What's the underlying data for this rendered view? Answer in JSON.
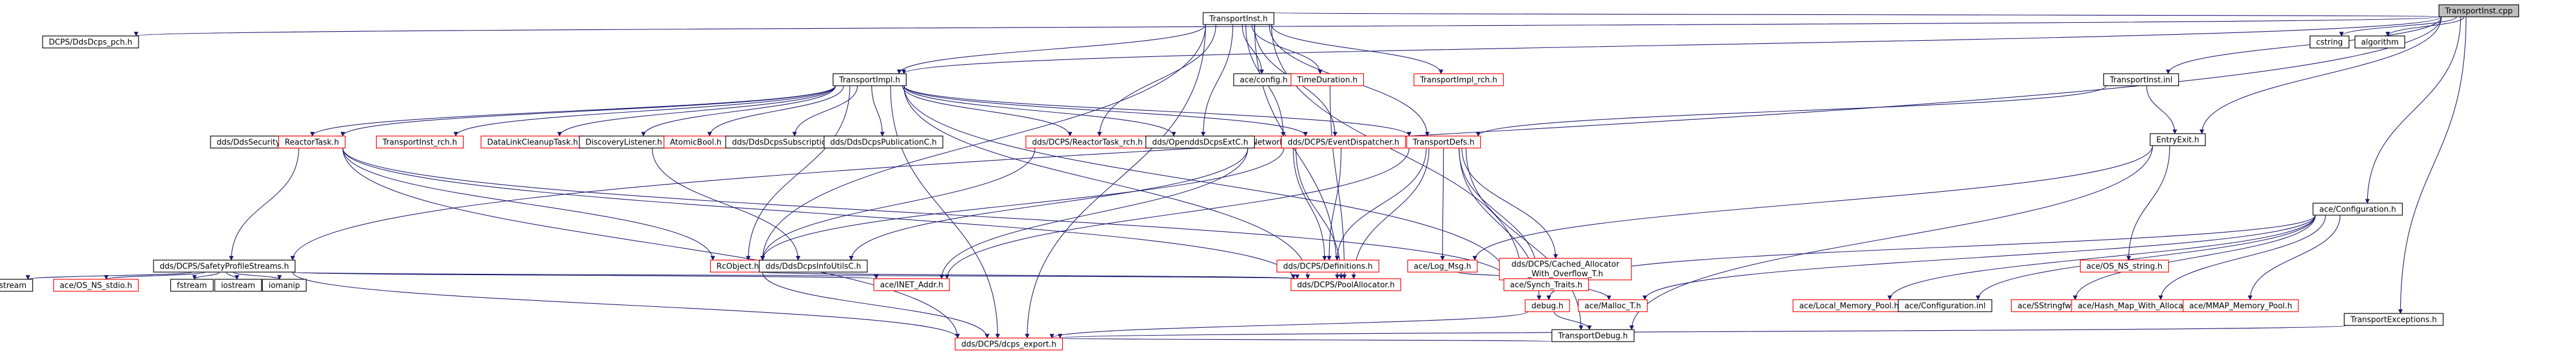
{
  "graph": {
    "title": "",
    "root": "TransportInst.cpp",
    "colors": {
      "edge": "#191970",
      "node_border_normal": "#000000",
      "node_border_truncated": "#ff0000",
      "node_fill": "#ffffff",
      "root_fill": "#bfbfbf",
      "text_normal": "#000000",
      "text_truncated": "#ff0000"
    },
    "nodes": [
      {
        "id": "n0",
        "label": "TransportInst.cpp",
        "style": "root"
      },
      {
        "id": "n1",
        "label": "TransportInst.h",
        "style": "normal"
      },
      {
        "id": "n2",
        "label": "dds/DCPS/SafetyProfileStreams.h",
        "style": "normal"
      },
      {
        "id": "n3",
        "label": "DCPS/DdsDcps_pch.h",
        "style": "normal"
      },
      {
        "id": "n4",
        "label": "TransportImpl.h",
        "style": "normal"
      },
      {
        "id": "n5",
        "label": "TransportInst.inl",
        "style": "normal"
      },
      {
        "id": "n6",
        "label": "EntryExit.h",
        "style": "normal"
      },
      {
        "id": "n7",
        "label": "ace/Configuration.h",
        "style": "normal"
      },
      {
        "id": "n8",
        "label": "TransportExceptions.h",
        "style": "normal"
      },
      {
        "id": "n9",
        "label": "cstring",
        "style": "normal"
      },
      {
        "id": "n10",
        "label": "algorithm",
        "style": "normal"
      },
      {
        "id": "n11",
        "label": "ace/config.h",
        "style": "normal"
      },
      {
        "id": "n12",
        "label": "TimeDuration.h",
        "style": "truncated"
      },
      {
        "id": "n13",
        "label": "TransportImpl_rch.h",
        "style": "truncated"
      },
      {
        "id": "n14",
        "label": "NetworkAddress.h",
        "style": "truncated"
      },
      {
        "id": "n15",
        "label": "TransportDefs.h",
        "style": "truncated"
      },
      {
        "id": "n16",
        "label": "dds/DCPS/ReactorTask_rch.h",
        "style": "truncated"
      },
      {
        "id": "n17",
        "label": "dds/OpenddsDcpsExtC.h",
        "style": "normal"
      },
      {
        "id": "n18",
        "label": "dds/DCPS/EventDispatcher.h",
        "style": "truncated"
      },
      {
        "id": "n19",
        "label": "dds/DdsSecurityCoreC.h",
        "style": "normal"
      },
      {
        "id": "n20",
        "label": "ReactorTask.h",
        "style": "truncated"
      },
      {
        "id": "n21",
        "label": "TransportInst_rch.h",
        "style": "truncated"
      },
      {
        "id": "n22",
        "label": "DataLinkCleanupTask.h",
        "style": "truncated"
      },
      {
        "id": "n23",
        "label": "DiscoveryListener.h",
        "style": "normal"
      },
      {
        "id": "n24",
        "label": "AtomicBool.h",
        "style": "truncated"
      },
      {
        "id": "n25",
        "label": "dds/DdsDcpsSubscriptionC.h",
        "style": "normal"
      },
      {
        "id": "n26",
        "label": "dds/DdsDcpsPublicationC.h",
        "style": "normal"
      },
      {
        "id": "n27",
        "label": "RcObject.h",
        "style": "truncated"
      },
      {
        "id": "n28",
        "label": "dds/DCPS/Definitions.h",
        "style": "truncated"
      },
      {
        "id": "n29",
        "label": "dds/DdsDcpsInfoUtilsC.h",
        "style": "normal"
      },
      {
        "id": "n30",
        "label": "ace/Log_Msg.h",
        "style": "truncated"
      },
      {
        "id": "n31",
        "label": "dds/DCPS/Cached_Allocator_With_Overflow_T.h",
        "style": "truncated",
        "lines": [
          "dds/DCPS/Cached_Allocator",
          "_With_Overflow_T.h"
        ]
      },
      {
        "id": "n32",
        "label": "ace/OS_NS_string.h",
        "style": "truncated"
      },
      {
        "id": "n33",
        "label": "sstream",
        "style": "normal"
      },
      {
        "id": "n34",
        "label": "ace/OS_NS_stdio.h",
        "style": "truncated"
      },
      {
        "id": "n35",
        "label": "fstream",
        "style": "normal"
      },
      {
        "id": "n36",
        "label": "iostream",
        "style": "normal"
      },
      {
        "id": "n37",
        "label": "iomanip",
        "style": "normal"
      },
      {
        "id": "n38",
        "label": "ace/INET_Addr.h",
        "style": "truncated"
      },
      {
        "id": "n39",
        "label": "dds/DCPS/PoolAllocator.h",
        "style": "truncated"
      },
      {
        "id": "n40",
        "label": "ace/Synch_Traits.h",
        "style": "truncated"
      },
      {
        "id": "n41",
        "label": "debug.h",
        "style": "truncated"
      },
      {
        "id": "n42",
        "label": "ace/Malloc_T.h",
        "style": "truncated"
      },
      {
        "id": "n43",
        "label": "TransportDebug.h",
        "style": "normal"
      },
      {
        "id": "n44",
        "label": "ace/Local_Memory_Pool.h",
        "style": "truncated"
      },
      {
        "id": "n45",
        "label": "ace/Configuration.inl",
        "style": "normal"
      },
      {
        "id": "n46",
        "label": "ace/SStringfwd.h",
        "style": "truncated"
      },
      {
        "id": "n47",
        "label": "ace/Hash_Map_With_Allocator_T.h",
        "style": "truncated"
      },
      {
        "id": "n48",
        "label": "ace/MMAP_Memory_Pool.h",
        "style": "truncated"
      },
      {
        "id": "n49",
        "label": "dds/DCPS/dcps_export.h",
        "style": "truncated"
      }
    ],
    "edges": [
      [
        "n0",
        "n1"
      ],
      [
        "n0",
        "n2"
      ],
      [
        "n0",
        "n3"
      ],
      [
        "n0",
        "n4"
      ],
      [
        "n0",
        "n5"
      ],
      [
        "n0",
        "n6"
      ],
      [
        "n0",
        "n7"
      ],
      [
        "n0",
        "n8"
      ],
      [
        "n0",
        "n9"
      ],
      [
        "n0",
        "n10"
      ],
      [
        "n1",
        "n4"
      ],
      [
        "n1",
        "n11"
      ],
      [
        "n1",
        "n12"
      ],
      [
        "n1",
        "n13"
      ],
      [
        "n1",
        "n14"
      ],
      [
        "n1",
        "n15"
      ],
      [
        "n1",
        "n16"
      ],
      [
        "n1",
        "n17"
      ],
      [
        "n1",
        "n18"
      ],
      [
        "n1",
        "n27"
      ],
      [
        "n1",
        "n39"
      ],
      [
        "n1",
        "n40"
      ],
      [
        "n1",
        "n49"
      ],
      [
        "n4",
        "n19"
      ],
      [
        "n4",
        "n20"
      ],
      [
        "n4",
        "n21"
      ],
      [
        "n4",
        "n22"
      ],
      [
        "n4",
        "n23"
      ],
      [
        "n4",
        "n24"
      ],
      [
        "n4",
        "n25"
      ],
      [
        "n4",
        "n26"
      ],
      [
        "n4",
        "n16"
      ],
      [
        "n4",
        "n17"
      ],
      [
        "n4",
        "n18"
      ],
      [
        "n4",
        "n15"
      ],
      [
        "n4",
        "n27"
      ],
      [
        "n4",
        "n39"
      ],
      [
        "n4",
        "n40"
      ],
      [
        "n4",
        "n49"
      ],
      [
        "n5",
        "n15"
      ],
      [
        "n5",
        "n6"
      ],
      [
        "n6",
        "n30"
      ],
      [
        "n6",
        "n32"
      ],
      [
        "n6",
        "n43"
      ],
      [
        "n7",
        "n40"
      ],
      [
        "n7",
        "n42"
      ],
      [
        "n7",
        "n44"
      ],
      [
        "n7",
        "n45"
      ],
      [
        "n7",
        "n46"
      ],
      [
        "n7",
        "n47"
      ],
      [
        "n7",
        "n48"
      ],
      [
        "n8",
        "n49"
      ],
      [
        "n12",
        "n39"
      ],
      [
        "n14",
        "n28"
      ],
      [
        "n14",
        "n29"
      ],
      [
        "n14",
        "n38"
      ],
      [
        "n14",
        "n39"
      ],
      [
        "n15",
        "n28"
      ],
      [
        "n15",
        "n30"
      ],
      [
        "n15",
        "n31"
      ],
      [
        "n15",
        "n38"
      ],
      [
        "n15",
        "n39"
      ],
      [
        "n15",
        "n40"
      ],
      [
        "n15",
        "n41"
      ],
      [
        "n15",
        "n43"
      ],
      [
        "n16",
        "n27"
      ],
      [
        "n18",
        "n28"
      ],
      [
        "n18",
        "n27"
      ],
      [
        "n20",
        "n2"
      ],
      [
        "n20",
        "n27"
      ],
      [
        "n20",
        "n39"
      ],
      [
        "n20",
        "n40"
      ],
      [
        "n20",
        "n49"
      ],
      [
        "n23",
        "n29"
      ],
      [
        "n27",
        "n39"
      ],
      [
        "n27",
        "n49"
      ],
      [
        "n30",
        "n40"
      ],
      [
        "n31",
        "n41"
      ],
      [
        "n31",
        "n42"
      ],
      [
        "n2",
        "n33"
      ],
      [
        "n2",
        "n34"
      ],
      [
        "n2",
        "n35"
      ],
      [
        "n2",
        "n36"
      ],
      [
        "n2",
        "n37"
      ],
      [
        "n2",
        "n38"
      ],
      [
        "n2",
        "n39"
      ],
      [
        "n2",
        "n49"
      ],
      [
        "n41",
        "n43"
      ],
      [
        "n41",
        "n49"
      ],
      [
        "n43",
        "n49"
      ]
    ]
  }
}
